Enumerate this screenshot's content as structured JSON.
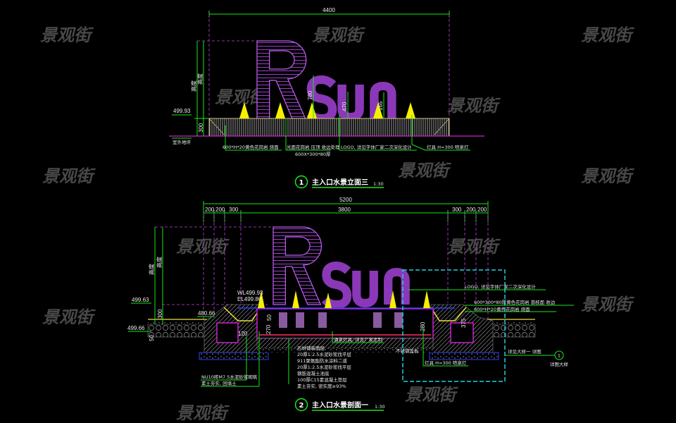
{
  "watermark": "景观街",
  "logo_text": {
    "big": "R",
    "small": "sun"
  },
  "elevation": {
    "title_number": "1",
    "title": "主入口水景立面三",
    "scale": "1:30",
    "dim_total": "4400",
    "dim_base": "300",
    "dim_height_a": "高度",
    "dim_height_b": "高度",
    "dim_780": "780",
    "dim_470": "470",
    "dim_165": "165",
    "level_top": "499.93",
    "ground_label": "室外地坪",
    "notes": [
      "600*H*20黄色花岗岩 烧面",
      "光面花岗岩 压顶 收边处理",
      "600X*300*80厚",
      "LOGO, 详见字体厂家二次深化设计",
      "灯具 H=300 喷泉灯"
    ]
  },
  "section": {
    "title_number": "2",
    "title": "主入口水景剖面一",
    "scale": "1:30",
    "dim_total": "5200",
    "dim_segments": [
      "200",
      "200",
      "300",
      "3800",
      "300",
      "200",
      "200"
    ],
    "dim_height": "高度",
    "dim_height_b": "高度",
    "dim_300": "300",
    "dim_50": "50",
    "dim_270": "270",
    "dim_280": "280",
    "dim_375": "375",
    "dim_120": "120",
    "dim_left_50": "50",
    "levels": {
      "left_top": "499.63",
      "left_bottom": "499.66",
      "inner": "480.66",
      "wl": "WL499.93",
      "el": "EL499.86"
    },
    "layer_notes": [
      "石材铺装面层",
      "20厚1:2.5水泥砂浆找平层",
      "911聚氨酯防水涂料二道",
      "20厚1:2.5水泥砂浆找平层",
      "钢筋混凝土池底",
      "100厚C15素混凝土垫层",
      "素土夯实, 密实度≥93%"
    ],
    "left_notes": [
      "NU10砖M7.5水泥砂浆砌筑",
      "素土夯实, 回填土"
    ],
    "middle_note": "涌泉灯具, 详见厂家定制",
    "right_notes": [
      "LOGO, 详见字体厂家二次深化设计",
      "600*300*80厚黄色花岗岩 荔枝面 收边",
      "600*H*20黄色花岗岩 烧面"
    ],
    "pipe_note": "不锈钢盖板",
    "lamp_note": "灯具 H=300 喷泉灯",
    "detail_ref_label": "详见大样一 详图",
    "detail_ref_number": "1",
    "detail_ref_sheet": "详图大样"
  }
}
